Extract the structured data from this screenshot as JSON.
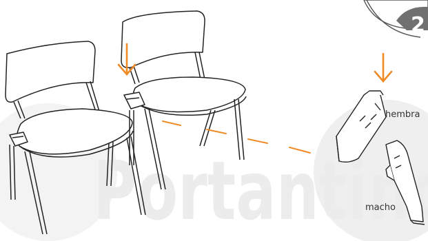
{
  "watermark": {
    "text": "Portantino",
    "color": "#ececec"
  },
  "step_badge": {
    "numeral": "2",
    "color": "#707070"
  },
  "accent_color": "#f08a24",
  "labels": {
    "female": "hembra",
    "male": "macho"
  },
  "icons": [
    "arrow-down-icon",
    "arrow-down-icon"
  ]
}
